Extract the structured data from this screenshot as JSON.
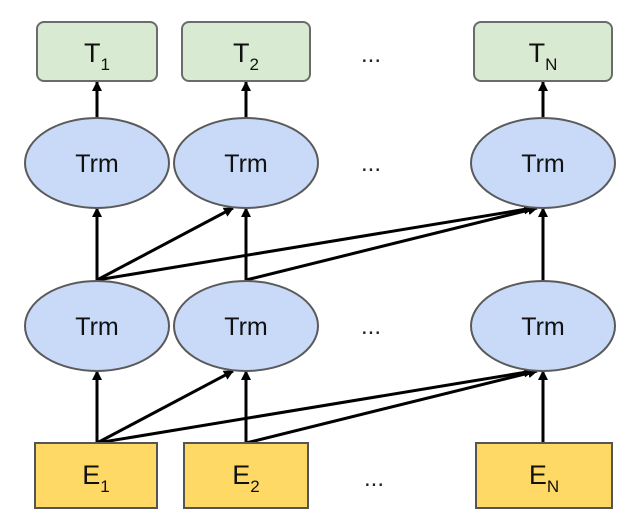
{
  "colors": {
    "output_fill": "#d9ead3",
    "output_stroke": "#6b6b6b",
    "transformer_fill": "#c9daf8",
    "transformer_stroke": "#5a5a5a",
    "embedding_fill": "#ffd966",
    "embedding_stroke": "#555555",
    "arrow": "#000000"
  },
  "outputs": [
    {
      "main": "T",
      "sub": "1"
    },
    {
      "main": "T",
      "sub": "2"
    },
    {
      "main": "T",
      "sub": "N"
    }
  ],
  "layer2": [
    "Trm",
    "Trm",
    "Trm"
  ],
  "layer1": [
    "Trm",
    "Trm",
    "Trm"
  ],
  "embeddings": [
    {
      "main": "E",
      "sub": "1"
    },
    {
      "main": "E",
      "sub": "2"
    },
    {
      "main": "E",
      "sub": "N"
    }
  ],
  "ellipsis": "..."
}
